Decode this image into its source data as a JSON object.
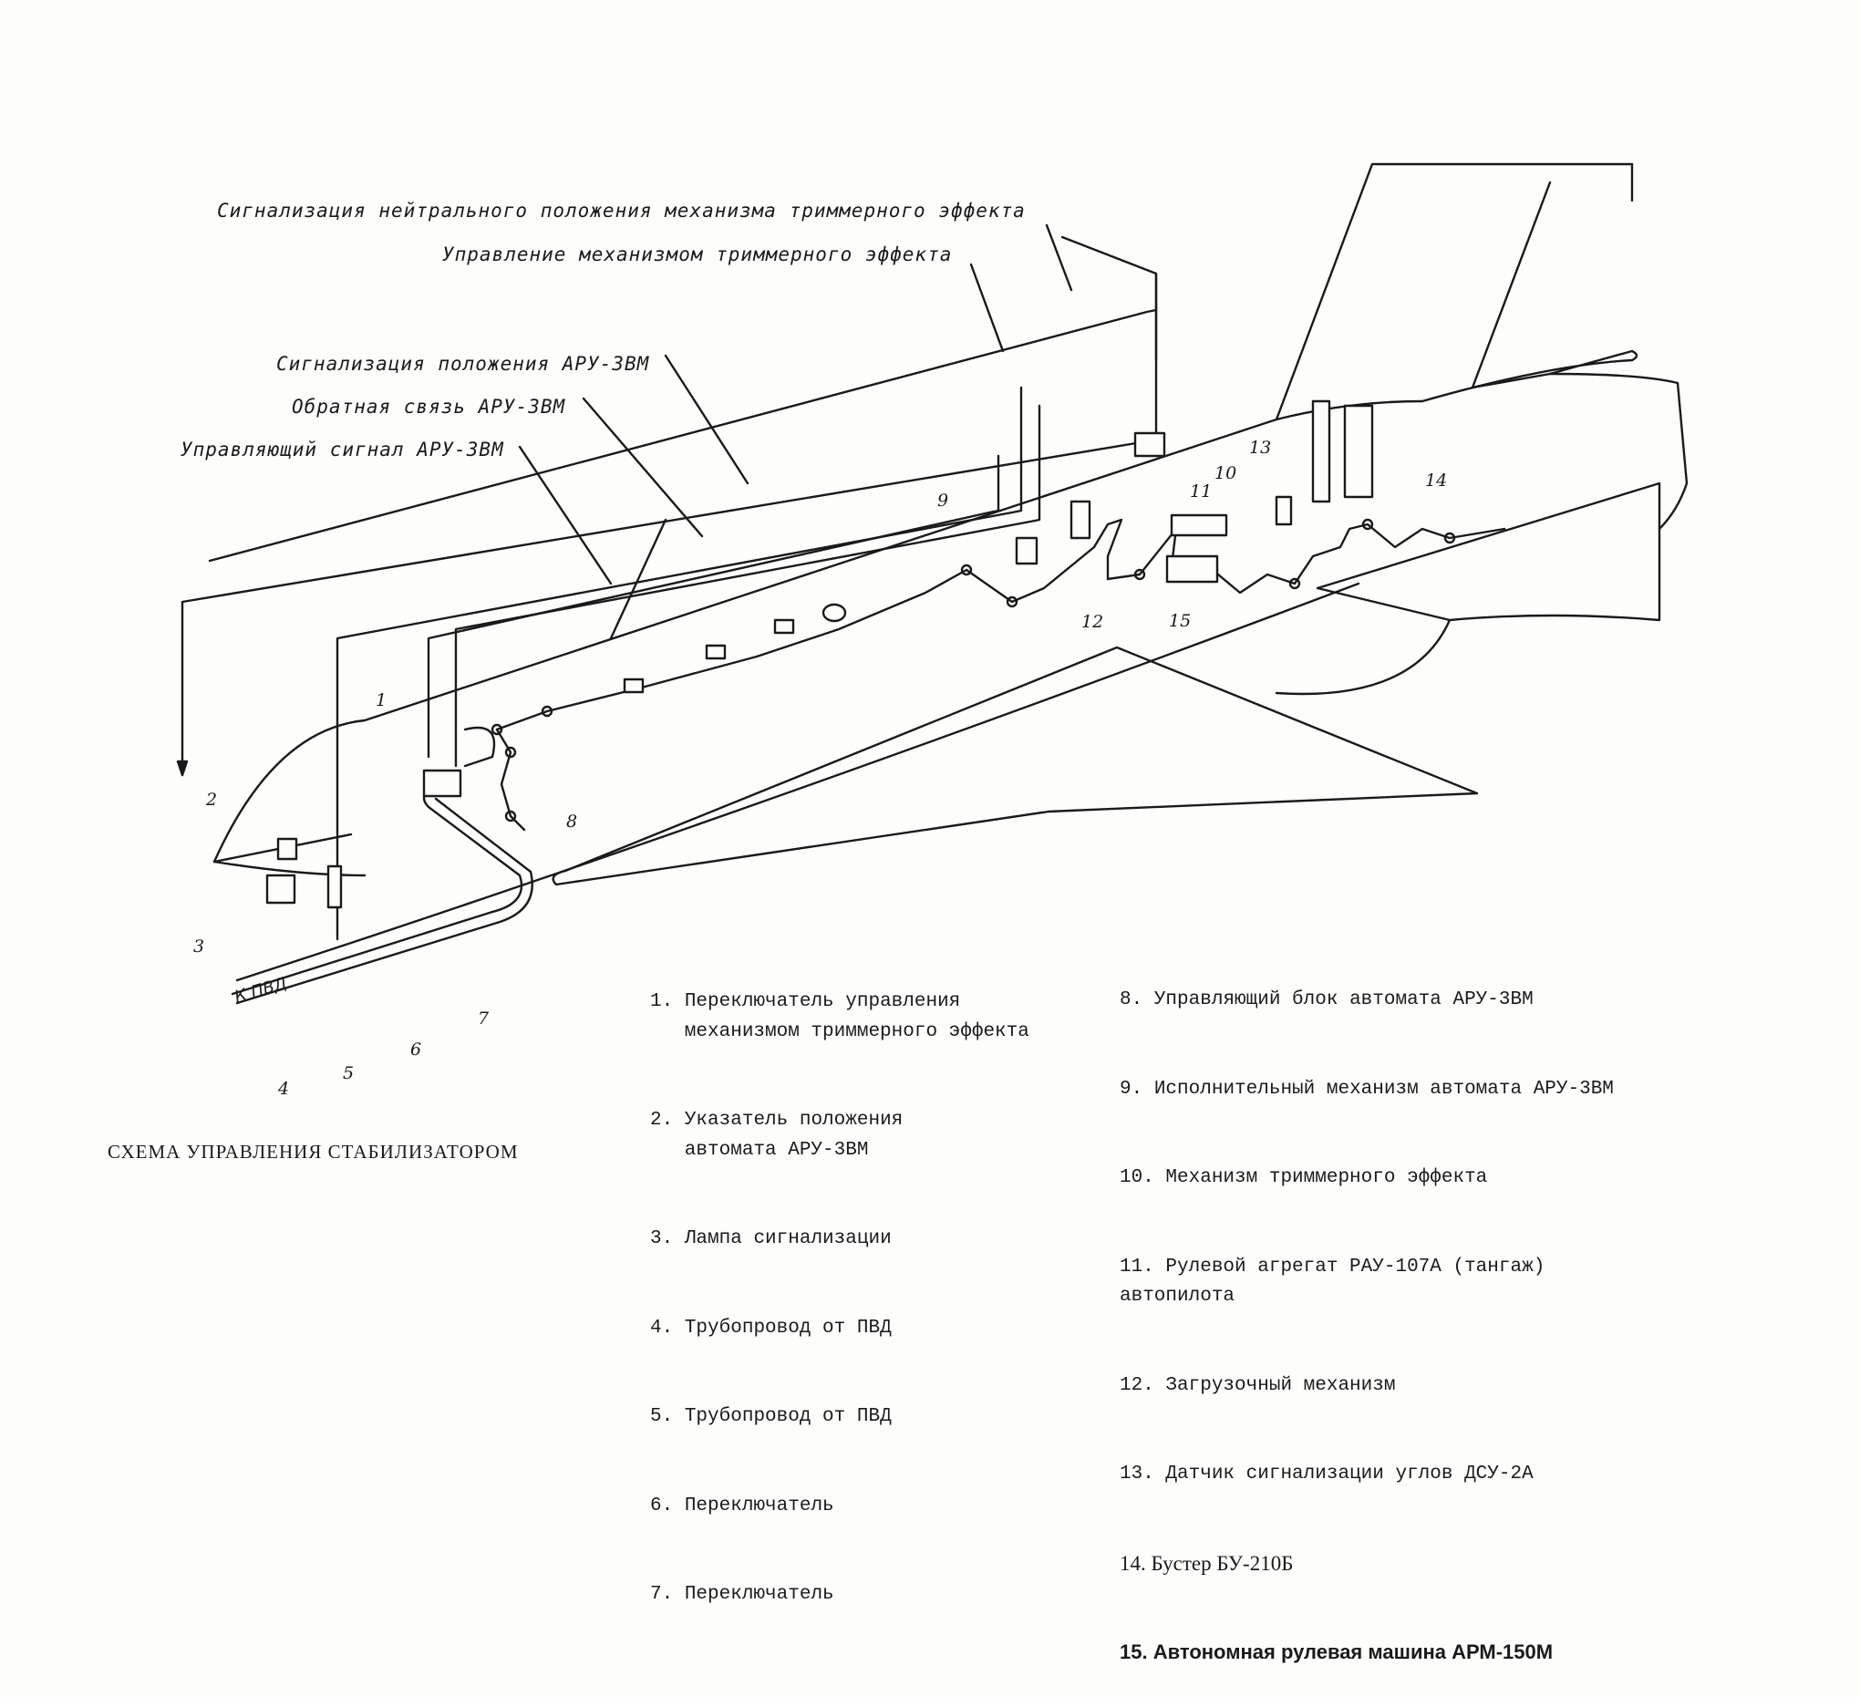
{
  "callouts": [
    "Сигнализация нейтрального положения механизма триммерного эффекта",
    "Управление механизмом триммерного эффекта",
    "Сигнализация положения АРУ-3ВМ",
    "Обратная связь АРУ-3ВМ",
    "Управляющий сигнал АРУ-3ВМ"
  ],
  "component_numbers": [
    "1",
    "2",
    "3",
    "4",
    "5",
    "6",
    "7",
    "8",
    "9",
    "10",
    "11",
    "12",
    "13",
    "14",
    "15"
  ],
  "pipe_label": "К ПВД",
  "legend_left": [
    {
      "n": "1.",
      "text": "Переключатель управления\n   механизмом триммерного эффекта"
    },
    {
      "n": "2.",
      "text": "Указатель положения\n   автомата АРУ-3ВМ"
    },
    {
      "n": "3.",
      "text": "Лампа сигнализации"
    },
    {
      "n": "4.",
      "text": "Трубопровод от ПВД"
    },
    {
      "n": "5.",
      "text": "Трубопровод от ПВД"
    },
    {
      "n": "6.",
      "text": "Переключатель"
    },
    {
      "n": "7.",
      "text": "Переключатель"
    }
  ],
  "legend_right": [
    {
      "n": "8.",
      "text": "Управляющий блок автомата АРУ-3ВМ"
    },
    {
      "n": "9.",
      "text": "Исполнительный механизм автомата АРУ-3ВМ"
    },
    {
      "n": "10.",
      "text": "Механизм триммерного эффекта"
    },
    {
      "n": "11.",
      "text": "Рулевой агрегат РАУ-107А (тангаж)\nавтопилота"
    },
    {
      "n": "12.",
      "text": "Загрузочный механизм"
    },
    {
      "n": "13.",
      "text": "Датчик сигнализации углов ДСУ-2А"
    },
    {
      "n": "14.",
      "text": "Бустер БУ-210Б"
    },
    {
      "n": "15.",
      "text": "Автономная рулевая машина АРМ-150М"
    }
  ],
  "caption": "СХЕМА УПРАВЛЕНИЯ СТАБИЛИЗАТОРОМ"
}
